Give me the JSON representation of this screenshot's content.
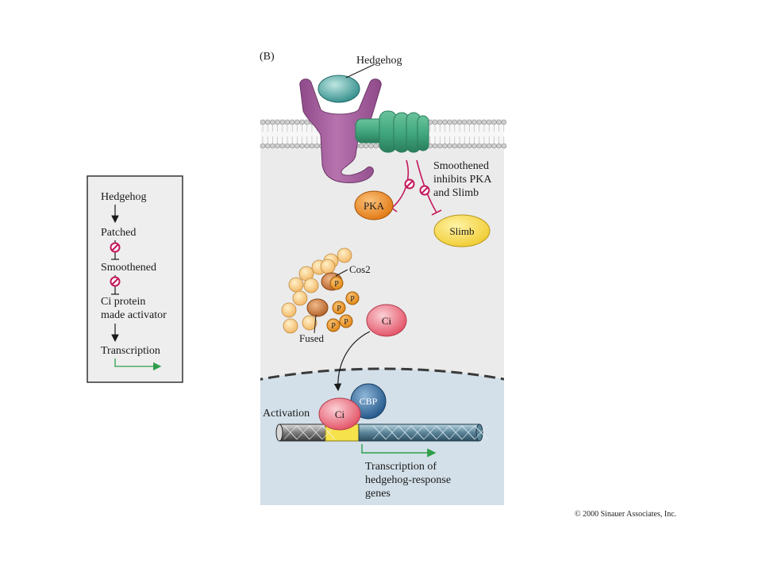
{
  "panel_label": "(B)",
  "flow_summary": {
    "steps": [
      "Hedgehog",
      "Patched",
      "Smoothened",
      "Ci protein",
      "made activator",
      "Transcription"
    ]
  },
  "main_figure": {
    "hedgehog_label": "Hedgehog",
    "smoothened_note": [
      "Smoothened",
      "inhibits PKA",
      "and Slimb"
    ],
    "pka_label": "PKA",
    "slimb_label": "Slimb",
    "cos2_label": "Cos2",
    "p_label": "P",
    "fused_label": "Fused",
    "ci_label": "Ci",
    "cbp_label": "CBP",
    "activation_label": "Activation",
    "transcription_note": [
      "Transcription of",
      "hedgehog-response",
      "genes"
    ]
  },
  "copyright": "© 2000 Sinauer Associates, Inc.",
  "colors": {
    "inhibit": "#c4185c",
    "arrow_green": "#2e9e4a",
    "patched": "#a2579a",
    "smoothened": "#3fa57c",
    "hedgehog": "#3a9c98",
    "pka": "#ee8a1c",
    "slimb": "#f3d43a",
    "ci": "#e85a6c",
    "cbp": "#2e6aa0",
    "cytoplasm": "#ebebeb",
    "nucleus": "#d3e0e9"
  }
}
